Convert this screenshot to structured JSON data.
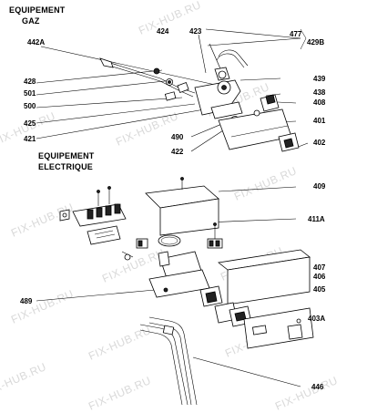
{
  "headings": {
    "gas_line1": "EQUIPEMENT",
    "gas_line2": "GAZ",
    "elec_line1": "EQUIPEMENT",
    "elec_line2": "ELECTRIQUE"
  },
  "watermark": "FIX-HUB.RU",
  "callouts": {
    "c424": "424",
    "c423": "423",
    "c477": "477",
    "c429b": "429B",
    "c442a": "442A",
    "c428": "428",
    "c501": "501",
    "c500": "500",
    "c439": "439",
    "c438": "438",
    "c408": "408",
    "c401": "401",
    "c425": "425",
    "c421": "421",
    "c490": "490",
    "c422": "422",
    "c402": "402",
    "c409": "409",
    "c411a": "411A",
    "c407": "407",
    "c406": "406",
    "c405": "405",
    "c489": "489",
    "c403a": "403A",
    "c446": "446"
  }
}
